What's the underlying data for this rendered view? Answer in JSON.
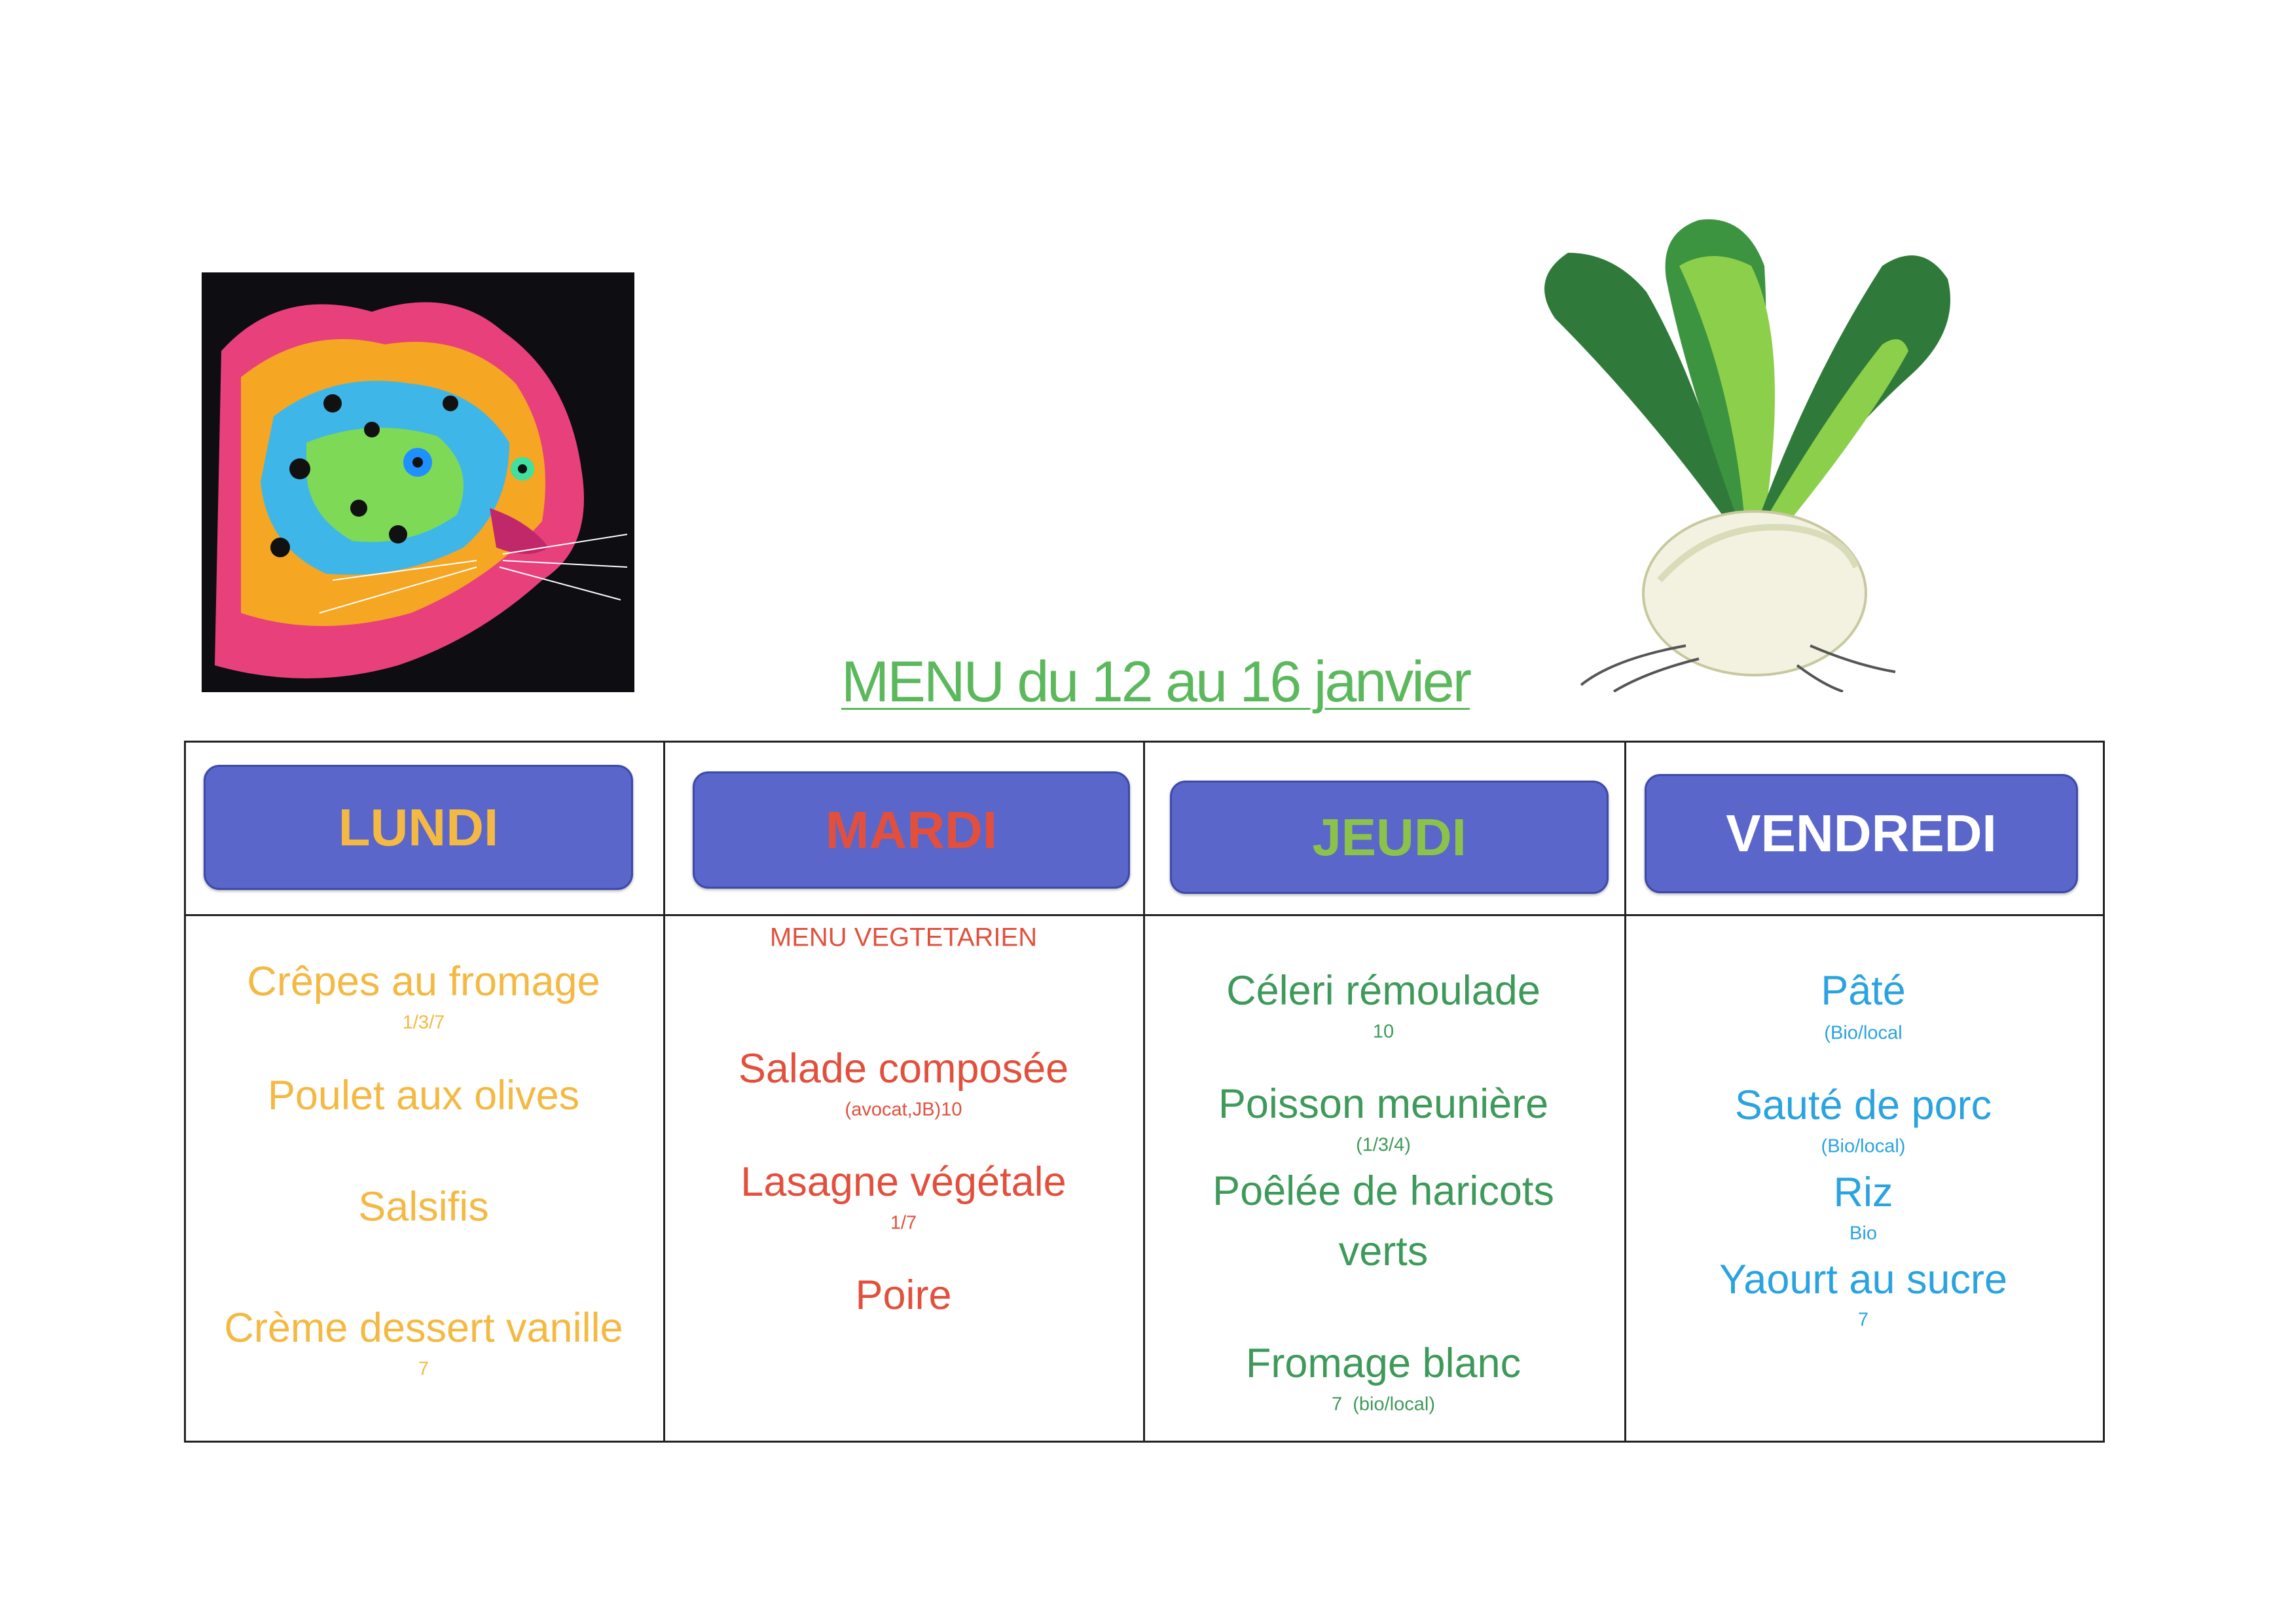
{
  "title": "MENU du 12 au 16 janvier",
  "colors": {
    "lundi": "#f4b942",
    "mardi": "#e2503d",
    "jeudi": "#3e9a5a",
    "vendredi": "#2aa3e0",
    "header_bg": "#5a66c9"
  },
  "days": [
    {
      "label": "LUNDI",
      "items": [
        {
          "dish": "Crêpes au fromage",
          "note": "1/3/7"
        },
        {
          "dish": "Poulet aux olives"
        },
        {
          "dish": "Salsifis"
        },
        {
          "dish": "Crème dessert vanille",
          "note": "7"
        }
      ]
    },
    {
      "label": "MARDI",
      "subtitle": "MENU VEGTETARIEN",
      "items": [
        {
          "dish": "Salade composée",
          "note": "(avocat,JB)10"
        },
        {
          "dish": "Lasagne végétale",
          "note": "1/7"
        },
        {
          "dish": "Poire"
        }
      ]
    },
    {
      "label": "JEUDI",
      "items": [
        {
          "dish": "Céleri rémoulade",
          "note": "10"
        },
        {
          "dish": "Poisson meunière",
          "note": "(1/3/4)"
        },
        {
          "dish": "Poêlée de haricots",
          "dish_line2": "verts"
        },
        {
          "dish": "Fromage blanc",
          "note": "7  (bio/local)"
        }
      ]
    },
    {
      "label": "VENDREDI",
      "items": [
        {
          "dish": "Pâté",
          "note": "(Bio/local"
        },
        {
          "dish": "Sauté de porc",
          "note": "(Bio/local)"
        },
        {
          "dish": "Riz",
          "note": "Bio"
        },
        {
          "dish": "Yaourt au sucre",
          "note": "7"
        }
      ]
    }
  ]
}
